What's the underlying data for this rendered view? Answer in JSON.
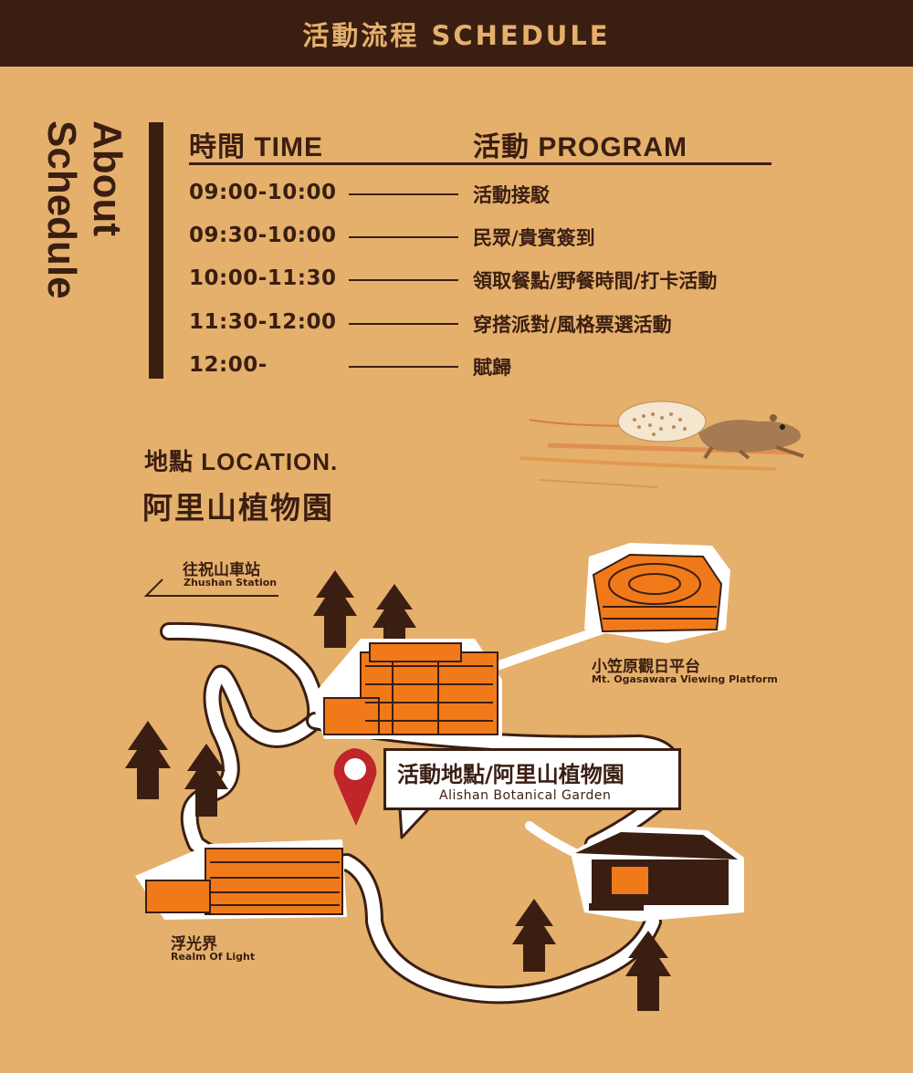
{
  "header": {
    "title": "活動流程 SCHEDULE"
  },
  "about": {
    "line1": "About",
    "line2": "Schedule"
  },
  "schedule": {
    "time_header": "時間 TIME",
    "program_header": "活動 PROGRAM",
    "rows": [
      {
        "time": "09:00-10:00",
        "program": "活動接駁"
      },
      {
        "time": "09:30-10:00",
        "program": "民眾/貴賓簽到"
      },
      {
        "time": "10:00-11:30",
        "program": "領取餐點/野餐時間/打卡活動"
      },
      {
        "time": "11:30-12:00",
        "program": "穿搭派對/風格票選活動"
      },
      {
        "time": "12:00-",
        "program": "賦歸"
      }
    ]
  },
  "location": {
    "label": "地點 LOCATION.",
    "name": "阿里山植物園"
  },
  "map": {
    "station": {
      "zh": "往祝山車站",
      "en": "Zhushan Station"
    },
    "platform": {
      "zh": "小笠原觀日平台",
      "en": "Mt. Ogasawara Viewing Platform"
    },
    "venue": {
      "zh": "活動地點/阿里山植物園",
      "en": "Alishan Botanical Garden"
    },
    "realm": {
      "zh": "浮光界",
      "en": "Realm Of Light"
    }
  },
  "colors": {
    "background": "#e4b06c",
    "dark": "#3b1e12",
    "orange": "#f07a1a",
    "pin": "#c0252a"
  }
}
